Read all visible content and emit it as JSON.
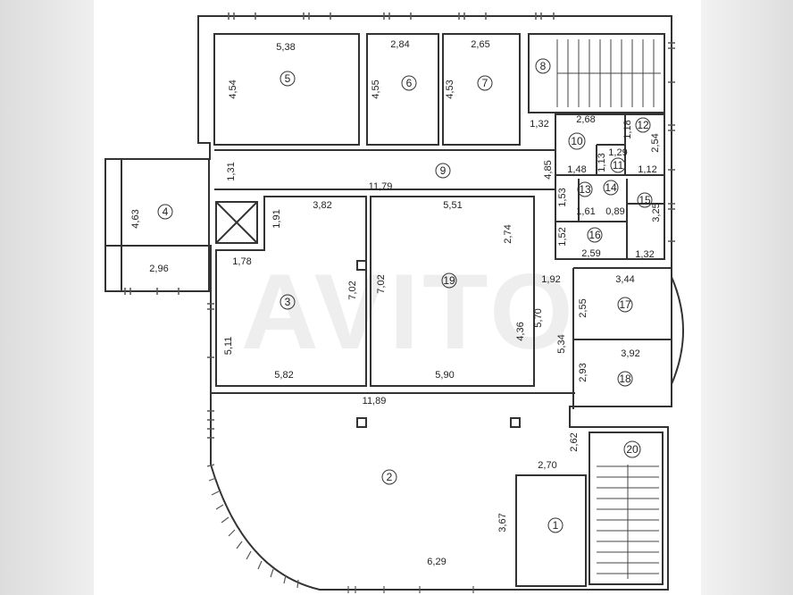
{
  "plan": {
    "watermark": "AVITO",
    "rooms": [
      {
        "id": "1",
        "label": "1"
      },
      {
        "id": "2",
        "label": "2"
      },
      {
        "id": "3",
        "label": "3"
      },
      {
        "id": "4",
        "label": "4"
      },
      {
        "id": "5",
        "label": "5"
      },
      {
        "id": "6",
        "label": "6"
      },
      {
        "id": "7",
        "label": "7"
      },
      {
        "id": "8",
        "label": "8"
      },
      {
        "id": "9",
        "label": "9"
      },
      {
        "id": "10",
        "label": "10"
      },
      {
        "id": "11",
        "label": "11"
      },
      {
        "id": "12",
        "label": "12"
      },
      {
        "id": "13",
        "label": "13"
      },
      {
        "id": "14",
        "label": "14"
      },
      {
        "id": "15",
        "label": "15"
      },
      {
        "id": "16",
        "label": "16"
      },
      {
        "id": "17",
        "label": "17"
      },
      {
        "id": "18",
        "label": "18"
      },
      {
        "id": "19",
        "label": "19"
      },
      {
        "id": "20",
        "label": "20"
      }
    ],
    "dimensions": [
      "5,38",
      "4,54",
      "2,84",
      "4,55",
      "2,65",
      "4,53",
      "1,32",
      "2,68",
      "1,18",
      "2,54",
      "1,29",
      "1,13",
      "1,48",
      "1,12",
      "4,85",
      "1,31",
      "11,79",
      "4,63",
      "2,96",
      "1,91",
      "3,82",
      "5,51",
      "2,74",
      "1,53",
      "1,61",
      "0,89",
      "3,25",
      "1,52",
      "2,59",
      "1,32",
      "1,78",
      "7,02",
      "7,02",
      "1,92",
      "3,44",
      "2,55",
      "5,70",
      "4,36",
      "5,34",
      "5,11",
      "2,93",
      "3,92",
      "5,82",
      "5,90",
      "11,89",
      "2,62",
      "2,70",
      "3,67",
      "6,29"
    ]
  }
}
